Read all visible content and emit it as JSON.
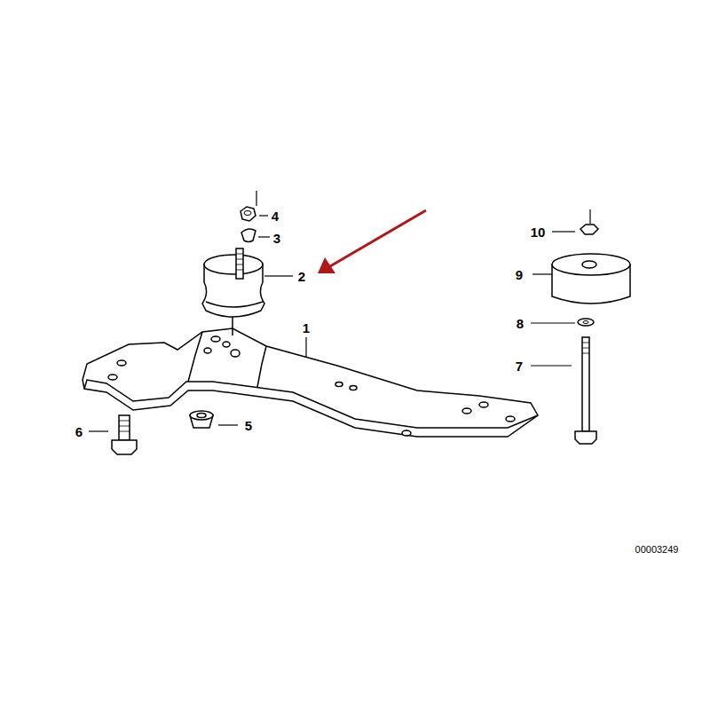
{
  "diagram": {
    "labels": [
      "4",
      "3",
      "2",
      "1",
      "10",
      "9",
      "8",
      "7",
      "6",
      "5",
      "00003249"
    ]
  }
}
